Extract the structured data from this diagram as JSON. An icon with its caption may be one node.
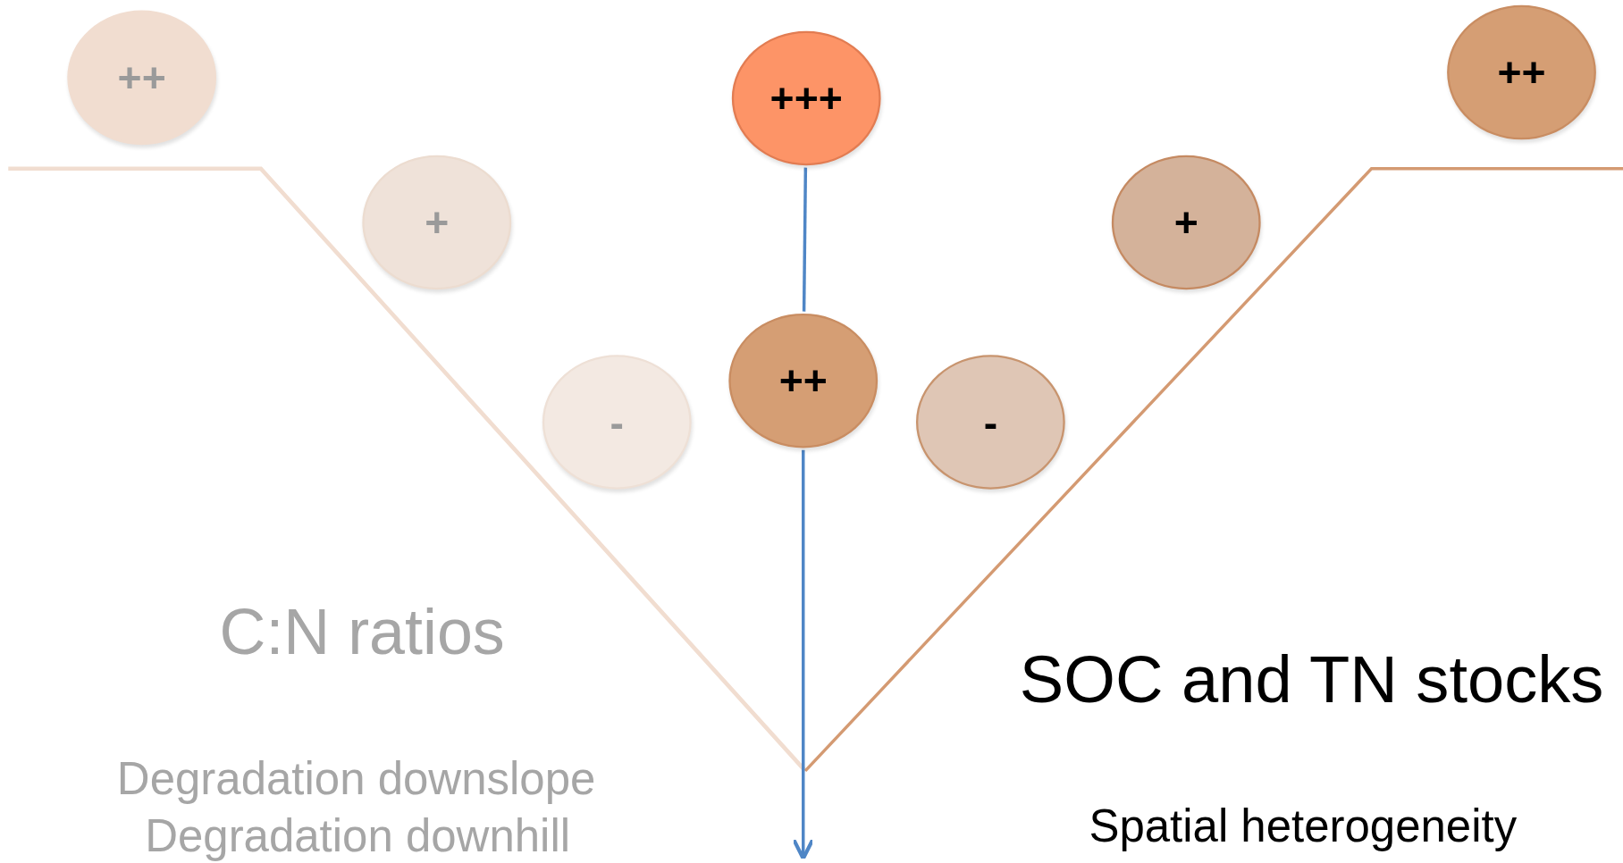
{
  "diagram": {
    "nodes": [
      {
        "text": [
          "++"
        ]
      },
      {
        "text": [
          "+++"
        ]
      },
      {
        "text": [
          "++"
        ]
      },
      {
        "text": [
          "+"
        ]
      },
      {
        "text": [
          "+"
        ]
      },
      {
        "text": [
          "-"
        ]
      },
      {
        "text": [
          "++"
        ]
      },
      {
        "text": [
          "-"
        ]
      }
    ],
    "edges": [
      {
        "from": 1,
        "to": 6,
        "arrow": "none"
      },
      {
        "from": 6,
        "to": null,
        "arrow": "to"
      }
    ],
    "labels": [
      "C:N ratios",
      "SOC and TN stocks",
      "Degradation downslope",
      "Degradation downhill",
      "Spatial heterogeneity"
    ]
  }
}
